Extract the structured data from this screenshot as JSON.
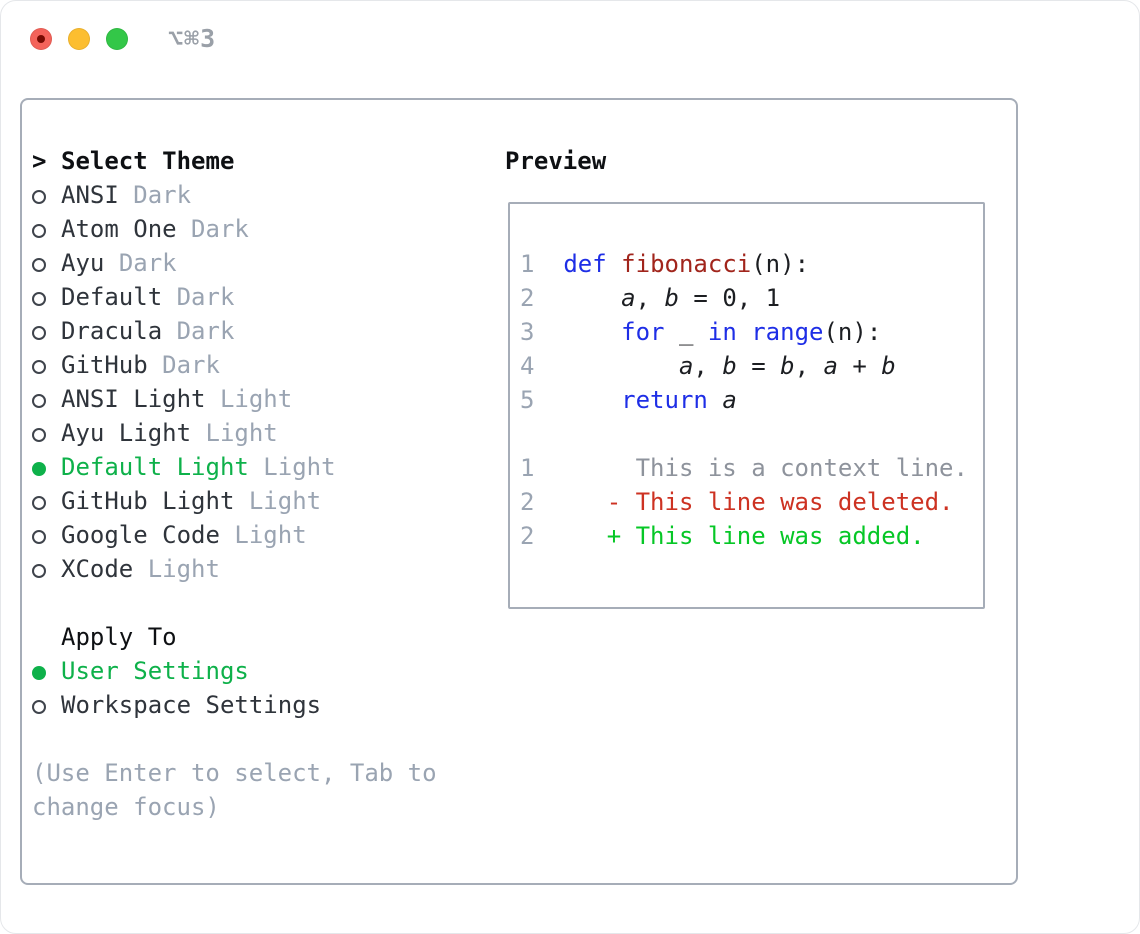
{
  "window": {
    "title": "⌥⌘3"
  },
  "titlebar": {
    "buttons": [
      {
        "name": "close",
        "color_key": "red"
      },
      {
        "name": "minimize",
        "color_key": "yellow"
      },
      {
        "name": "zoom",
        "color_key": "green"
      }
    ]
  },
  "colors": {
    "red": "#f4635a",
    "red_dot": "#770b02",
    "yellow": "#fcbe30",
    "green": "#33c748",
    "title": "#9aa0a8",
    "border": "#a6adb8",
    "header": "#0e1013",
    "text": "#2f343b",
    "muted": "#9aa4b2",
    "sel": "#0eb14a",
    "kw": "#1e2ee6",
    "fn": "#a1251c",
    "plain": "#1c1e22",
    "ctx": "#8e939c",
    "del": "#cd3222",
    "add": "#06c726"
  },
  "theme_panel": {
    "header_prefix": ">",
    "header_label": "Select Theme",
    "items": [
      {
        "name": "ANSI",
        "variant": "Dark",
        "selected": false
      },
      {
        "name": "Atom One",
        "variant": "Dark",
        "selected": false
      },
      {
        "name": "Ayu",
        "variant": "Dark",
        "selected": false
      },
      {
        "name": "Default",
        "variant": "Dark",
        "selected": false
      },
      {
        "name": "Dracula",
        "variant": "Dark",
        "selected": false
      },
      {
        "name": "GitHub",
        "variant": "Dark",
        "selected": false
      },
      {
        "name": "ANSI Light",
        "variant": "Light",
        "selected": false
      },
      {
        "name": "Ayu Light",
        "variant": "Light",
        "selected": false
      },
      {
        "name": "Default Light",
        "variant": "Light",
        "selected": true
      },
      {
        "name": "GitHub Light",
        "variant": "Light",
        "selected": false
      },
      {
        "name": "Google Code",
        "variant": "Light",
        "selected": false
      },
      {
        "name": "XCode",
        "variant": "Light",
        "selected": false
      }
    ],
    "apply_label": "Apply To",
    "apply_options": [
      {
        "label": "User Settings",
        "selected": true
      },
      {
        "label": "Workspace Settings",
        "selected": false
      }
    ],
    "hint": "(Use Enter to select, Tab to change focus)"
  },
  "preview": {
    "label": "Preview",
    "code_lines": [
      {
        "num": "1",
        "gap": "  ",
        "segs": [
          [
            "kw",
            "def"
          ],
          [
            "pl",
            " "
          ],
          [
            "fn",
            "fibonacci"
          ],
          [
            "pl",
            "(n):"
          ]
        ]
      },
      {
        "num": "2",
        "gap": "      ",
        "segs": [
          [
            "va",
            "a"
          ],
          [
            "pl",
            ", "
          ],
          [
            "va",
            "b"
          ],
          [
            "pl",
            " = 0, 1"
          ]
        ]
      },
      {
        "num": "3",
        "gap": "      ",
        "segs": [
          [
            "kw",
            "for"
          ],
          [
            "pl",
            " _ "
          ],
          [
            "kw",
            "in"
          ],
          [
            "pl",
            " "
          ],
          [
            "kw",
            "range"
          ],
          [
            "pl",
            "(n):"
          ]
        ]
      },
      {
        "num": "4",
        "gap": "          ",
        "segs": [
          [
            "va",
            "a"
          ],
          [
            "pl",
            ", "
          ],
          [
            "va",
            "b"
          ],
          [
            "pl",
            " = "
          ],
          [
            "va",
            "b"
          ],
          [
            "pl",
            ", "
          ],
          [
            "va",
            "a"
          ],
          [
            "pl",
            " + "
          ],
          [
            "va",
            "b"
          ]
        ]
      },
      {
        "num": "5",
        "gap": "      ",
        "segs": [
          [
            "kw",
            "return"
          ],
          [
            "pl",
            " "
          ],
          [
            "va",
            "a"
          ]
        ]
      },
      {
        "num": "",
        "gap": "",
        "segs": []
      },
      {
        "num": "1",
        "gap": "       ",
        "segs": [
          [
            "ctx",
            "This is a context line."
          ]
        ]
      },
      {
        "num": "2",
        "gap": "     ",
        "segs": [
          [
            "del",
            "- This line was deleted."
          ]
        ]
      },
      {
        "num": "2",
        "gap": "     ",
        "segs": [
          [
            "add",
            "+ This line was added."
          ]
        ]
      }
    ]
  }
}
